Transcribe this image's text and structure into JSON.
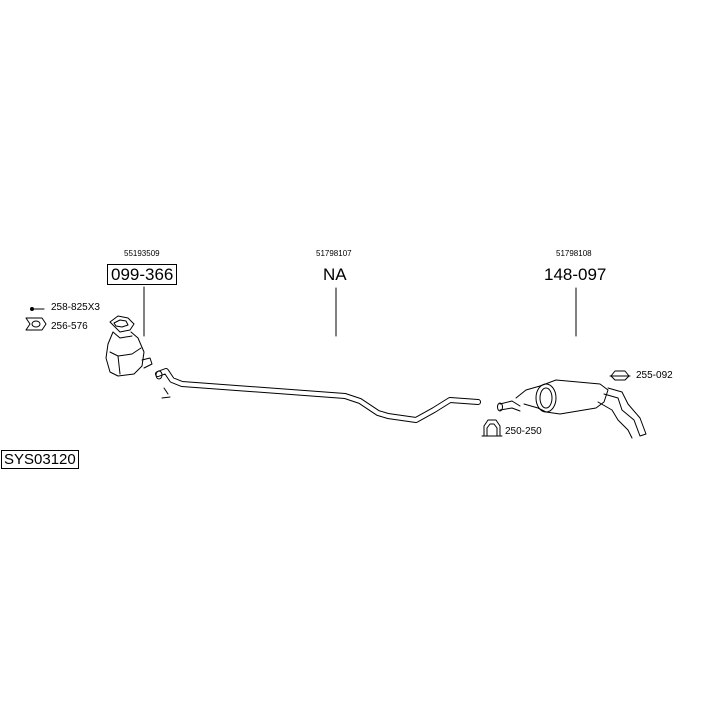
{
  "system_code": "SYS03120",
  "groups": [
    {
      "oem": "55193509",
      "part": "099-366",
      "boxed": true
    },
    {
      "oem": "51798107",
      "part": "NA",
      "boxed": false
    },
    {
      "oem": "51798108",
      "part": "148-097",
      "boxed": false
    }
  ],
  "accessories": [
    {
      "code": "258-825X3",
      "icon": "bolt-icon"
    },
    {
      "code": "256-576",
      "icon": "gasket-icon"
    },
    {
      "code": "255-092",
      "icon": "rubber-mount-icon"
    },
    {
      "code": "250-250",
      "icon": "clamp-icon"
    }
  ],
  "colors": {
    "line": "#000000",
    "background": "#ffffff"
  }
}
